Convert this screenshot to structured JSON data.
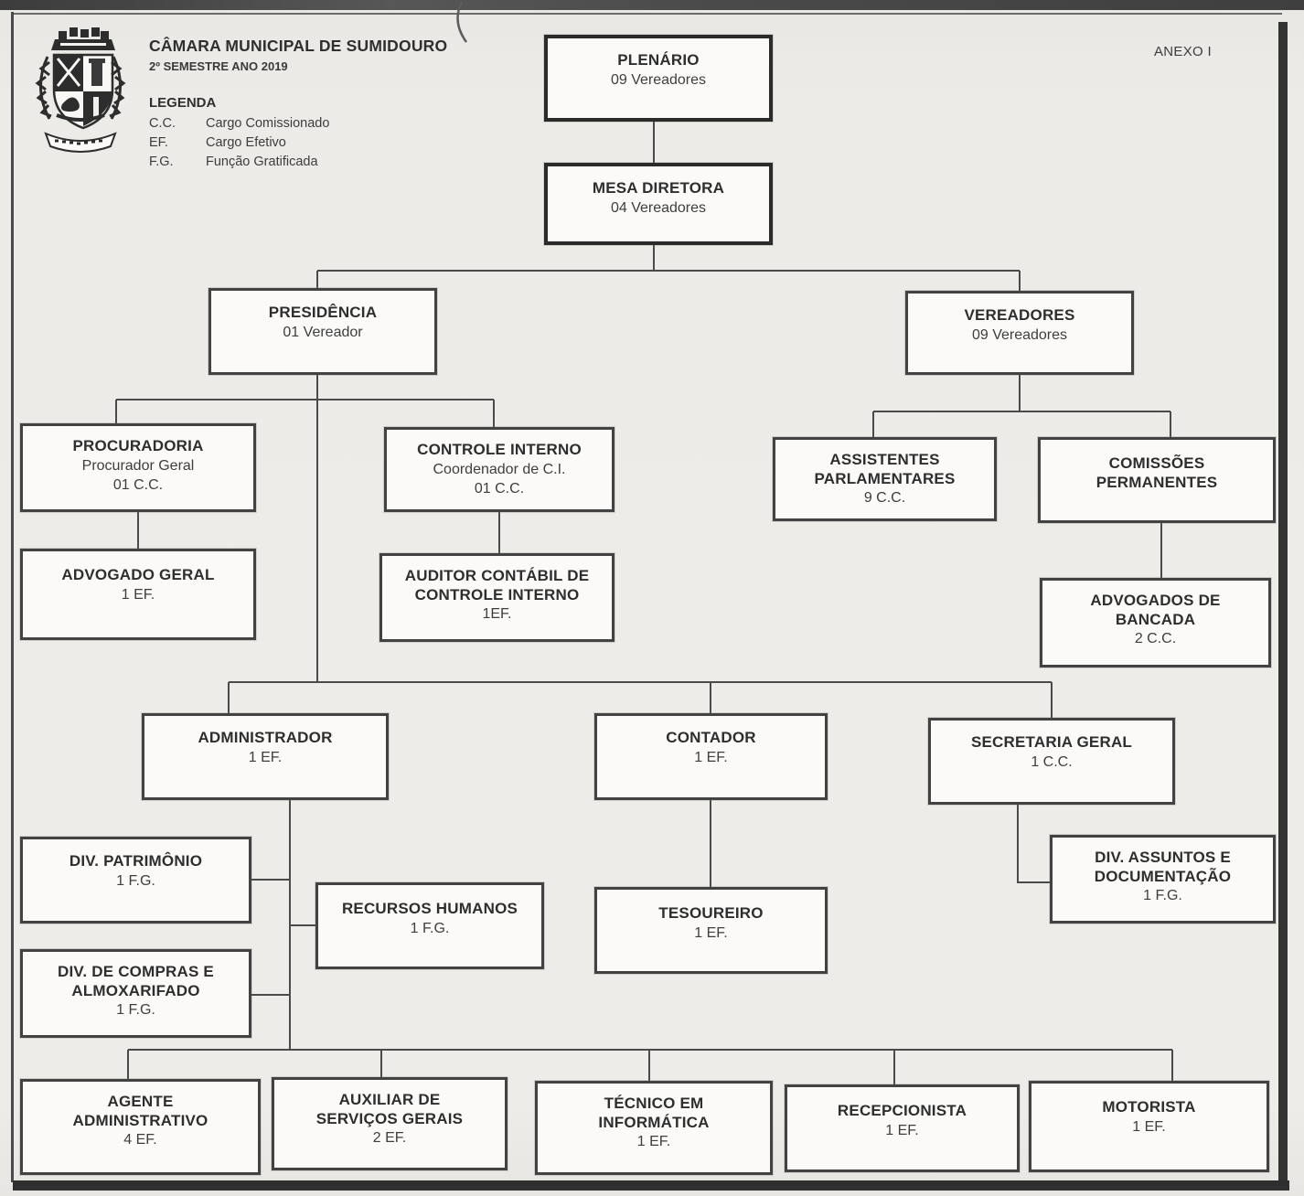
{
  "page": {
    "annex_label": "ANEXO I",
    "colors": {
      "paper": "#edebe7",
      "ink": "#2e2e2e",
      "line": "#4a4a4a",
      "box_fill": "#fbfaf8"
    }
  },
  "header": {
    "org_title": "CÂMARA MUNICIPAL DE SUMIDOURO",
    "subtitle": "2º SEMESTRE ANO 2019",
    "legend_title": "LEGENDA",
    "legend": [
      {
        "abbr": "C.C.",
        "label": "Cargo Comissionado"
      },
      {
        "abbr": "EF.",
        "label": "Cargo Efetivo"
      },
      {
        "abbr": "F.G.",
        "label": "Função Gratificada"
      }
    ],
    "logo_name": "sumidouro-coat-of-arms"
  },
  "nodes": {
    "plenario": {
      "title": "PLENÁRIO",
      "sub": [
        "09 Vereadores"
      ]
    },
    "mesa_diretora": {
      "title": "MESA DIRETORA",
      "sub": [
        "04 Vereadores"
      ]
    },
    "presidencia": {
      "title": "PRESIDÊNCIA",
      "sub": [
        "01 Vereador"
      ]
    },
    "vereadores": {
      "title": "VEREADORES",
      "sub": [
        "09 Vereadores"
      ]
    },
    "procuradoria": {
      "title": "PROCURADORIA",
      "sub": [
        "Procurador Geral",
        "01 C.C."
      ]
    },
    "controle_interno": {
      "title": "CONTROLE INTERNO",
      "sub": [
        "Coordenador de C.I.",
        "01 C.C."
      ]
    },
    "assistentes": {
      "title": "ASSISTENTES PARLAMENTARES",
      "sub": [
        "9 C.C."
      ]
    },
    "comissoes": {
      "title": "COMISSÕES PERMANENTES",
      "sub": []
    },
    "advogado_geral": {
      "title": "ADVOGADO GERAL",
      "sub": [
        "1 EF."
      ]
    },
    "auditor": {
      "title": "AUDITOR CONTÁBIL DE CONTROLE INTERNO",
      "sub": [
        "1EF."
      ]
    },
    "advogados_bancada": {
      "title": "ADVOGADOS DE BANCADA",
      "sub": [
        "2 C.C."
      ]
    },
    "administrador": {
      "title": "ADMINISTRADOR",
      "sub": [
        "1 EF."
      ]
    },
    "contador": {
      "title": "CONTADOR",
      "sub": [
        "1 EF."
      ]
    },
    "secretaria_geral": {
      "title": "SECRETARIA GERAL",
      "sub": [
        "1 C.C."
      ]
    },
    "div_patrimonio": {
      "title": "DIV. PATRIMÔNIO",
      "sub": [
        "1 F.G."
      ]
    },
    "recursos_humanos": {
      "title": "RECURSOS HUMANOS",
      "sub": [
        "1 F.G."
      ]
    },
    "div_compras": {
      "title": "DIV. DE COMPRAS E ALMOXARIFADO",
      "sub": [
        "1 F.G."
      ]
    },
    "tesoureiro": {
      "title": "TESOUREIRO",
      "sub": [
        "1 EF."
      ]
    },
    "div_assuntos": {
      "title": "DIV. ASSUNTOS E DOCUMENTAÇÃO",
      "sub": [
        "1 F.G."
      ]
    },
    "agente": {
      "title": "AGENTE ADMINISTRATIVO",
      "sub": [
        "4 EF."
      ]
    },
    "auxiliar": {
      "title": "AUXILIAR DE SERVIÇOS GERAIS",
      "sub": [
        "2 EF."
      ]
    },
    "tecnico": {
      "title": "TÉCNICO EM INFORMÁTICA",
      "sub": [
        "1 EF."
      ]
    },
    "recepcionista": {
      "title": "RECEPCIONISTA",
      "sub": [
        "1 EF."
      ]
    },
    "motorista": {
      "title": "MOTORISTA",
      "sub": [
        "1 EF."
      ]
    }
  },
  "edges": [
    [
      "plenario",
      "mesa_diretora"
    ],
    [
      "mesa_diretora",
      "presidencia"
    ],
    [
      "mesa_diretora",
      "vereadores"
    ],
    [
      "presidencia",
      "procuradoria"
    ],
    [
      "presidencia",
      "controle_interno"
    ],
    [
      "procuradoria",
      "advogado_geral"
    ],
    [
      "controle_interno",
      "auditor"
    ],
    [
      "vereadores",
      "assistentes"
    ],
    [
      "vereadores",
      "comissoes"
    ],
    [
      "comissoes",
      "advogados_bancada"
    ],
    [
      "presidencia",
      "administrador"
    ],
    [
      "presidencia",
      "contador"
    ],
    [
      "presidencia",
      "secretaria_geral"
    ],
    [
      "administrador",
      "div_patrimonio"
    ],
    [
      "administrador",
      "recursos_humanos"
    ],
    [
      "administrador",
      "div_compras"
    ],
    [
      "contador",
      "tesoureiro"
    ],
    [
      "secretaria_geral",
      "div_assuntos"
    ],
    [
      "administrador",
      "agente"
    ],
    [
      "administrador",
      "auxiliar"
    ],
    [
      "administrador",
      "tecnico"
    ],
    [
      "administrador",
      "recepcionista"
    ],
    [
      "administrador",
      "motorista"
    ]
  ]
}
